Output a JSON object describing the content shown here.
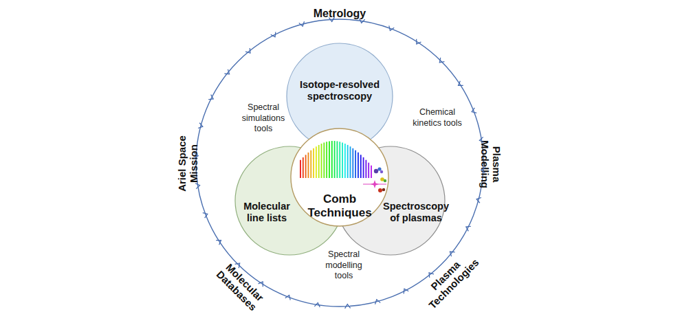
{
  "diagram": {
    "nodes": [
      {
        "text": [
          "Metrology",
          "Plasma Modelling",
          "Plasma Technologies",
          "Molecular Databases",
          "Ariel Space Mission"
        ]
      },
      {
        "text": [
          "Isotope-resolved spectroscopy"
        ],
        "in": 0
      },
      {
        "text": [
          "Molecular line lists"
        ],
        "in": 0
      },
      {
        "text": [
          "Comb Techniques"
        ],
        "in": 0
      },
      {
        "text": [
          "Spectroscopy of plasmas"
        ],
        "in": 0
      }
    ],
    "labels": [
      "Spectral simulations tools",
      "Chemical kinetics tools",
      "Spectral modelling tools"
    ]
  }
}
